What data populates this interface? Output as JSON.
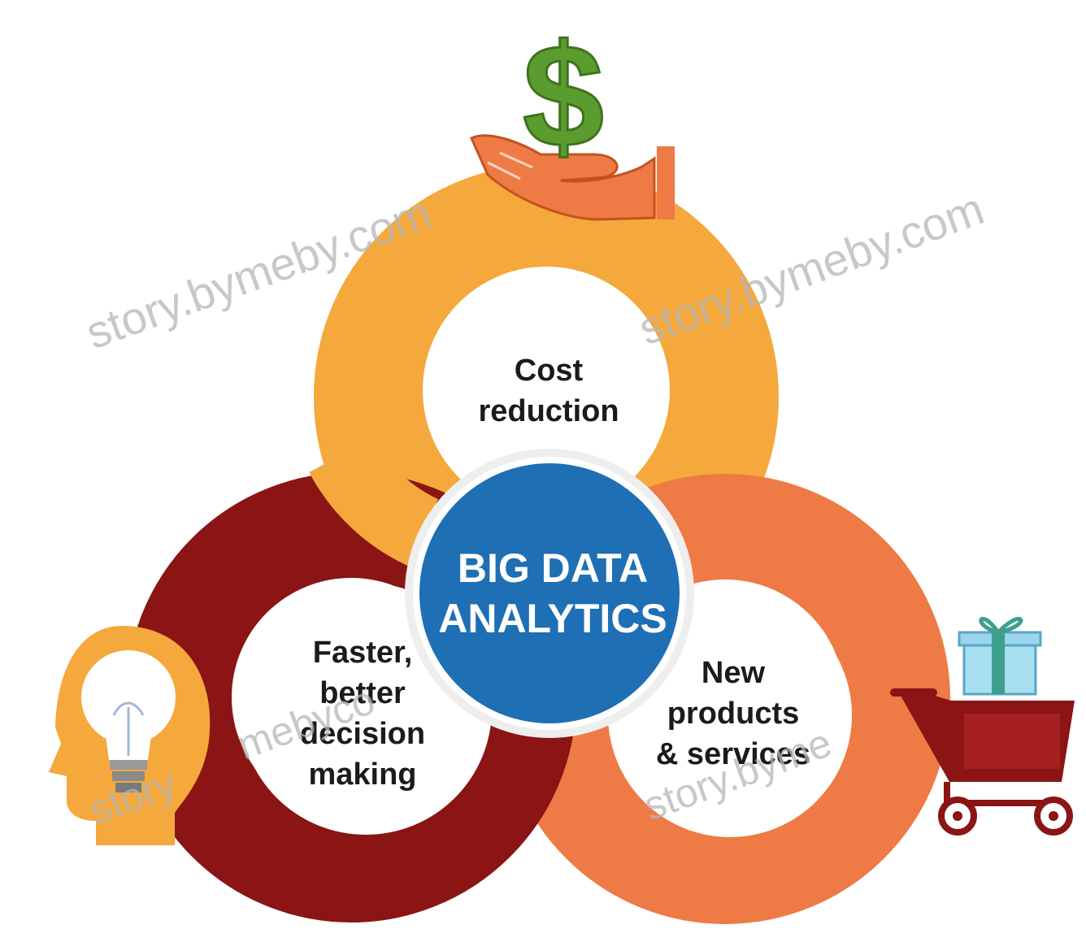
{
  "center": {
    "line1": "BIG DATA",
    "line2": "ANALYTICS"
  },
  "segments": [
    {
      "name": "cost-reduction",
      "lines": [
        "Cost",
        "reduction"
      ],
      "icon": "money-in-hand-icon",
      "color": "#f5a83c"
    },
    {
      "name": "decision-making",
      "lines": [
        "Faster,",
        "better",
        "decision",
        "making"
      ],
      "icon": "head-lightbulb-icon",
      "color": "#8b1414"
    },
    {
      "name": "new-products",
      "lines": [
        "New",
        "products",
        "& services"
      ],
      "icon": "shopping-cart-gift-icon",
      "color": "#ee7a45"
    }
  ],
  "icons": {
    "dollar_symbol": "$"
  },
  "watermark": {
    "text": "story.bymeby.com",
    "partial_1": "story",
    "partial_2": "mebyco",
    "partial_3": "story.byme"
  },
  "colors": {
    "center_blue": "#1e6fb4",
    "orange_ring": "#f5a83c",
    "red_ring": "#8b1414",
    "coral_ring": "#ee7a45",
    "dollar_green": "#5a9c2e"
  }
}
